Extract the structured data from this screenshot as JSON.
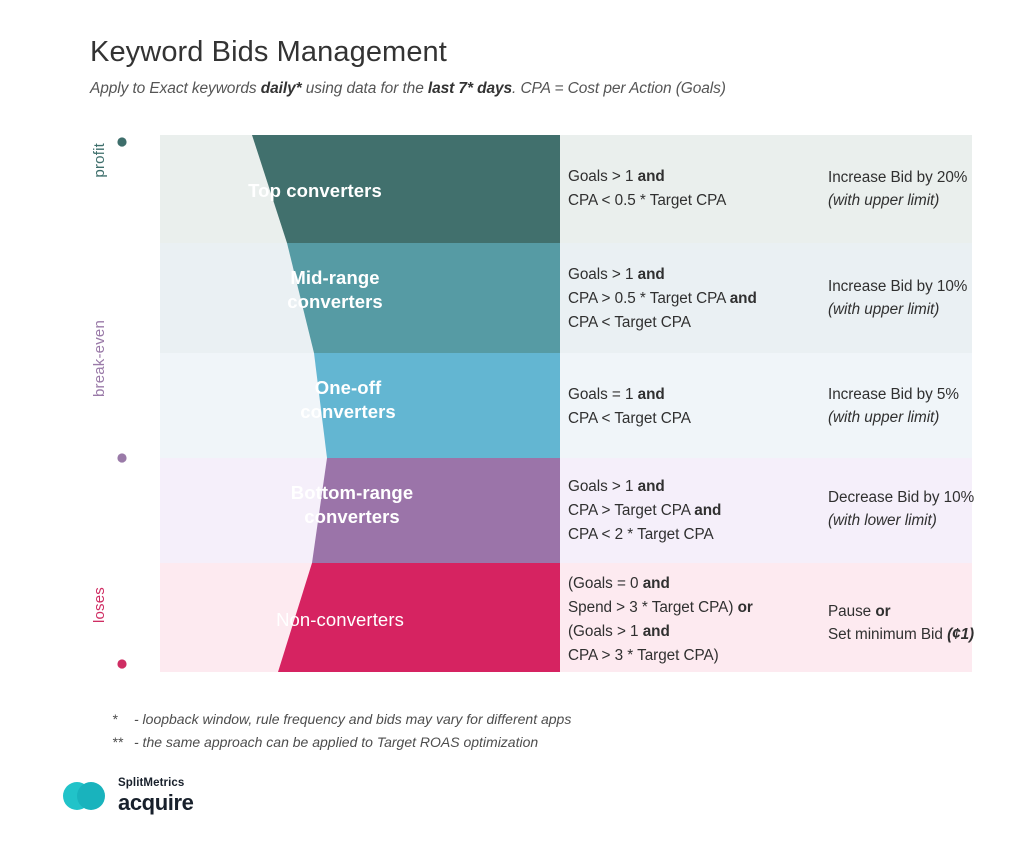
{
  "header": {
    "title": "Keyword Bids Management",
    "subtitle_part1": "Apply to Exact keywords ",
    "subtitle_bold1": "daily*",
    "subtitle_part2": " using data for the ",
    "subtitle_bold2": "last 7* days",
    "subtitle_part3": ". CPA = Cost per Action (Goals)"
  },
  "axis": {
    "top_label": "profit",
    "middle_label": "break-even",
    "bottom_label": "loses",
    "top_color": "#3d6e6b",
    "middle_color": "#9a7aa8",
    "bottom_color": "#cf2d63"
  },
  "rows": [
    {
      "segment_label": "Top converters",
      "segment_color": "#41706d",
      "band_color": "#eaefed",
      "condition_lines": [
        [
          {
            "t": "Goals > 1 ",
            "b": false
          },
          {
            "t": "and",
            "b": true
          }
        ],
        [
          {
            "t": "CPA < 0.5 * Target CPA",
            "b": false
          }
        ]
      ],
      "action_line1": "Increase Bid by 20%",
      "action_line2": "(with upper limit)"
    },
    {
      "segment_label": "Mid-range\nconverters",
      "segment_color": "#569ba4",
      "band_color": "#eaf0f3",
      "condition_lines": [
        [
          {
            "t": "Goals > 1 ",
            "b": false
          },
          {
            "t": "and",
            "b": true
          }
        ],
        [
          {
            "t": "CPA > 0.5 * Target CPA ",
            "b": false
          },
          {
            "t": "and",
            "b": true
          }
        ],
        [
          {
            "t": "CPA < Target CPA",
            "b": false
          }
        ]
      ],
      "action_line1": "Increase Bid by 10%",
      "action_line2": "(with upper limit)"
    },
    {
      "segment_label": "One-off\nconverters",
      "segment_color": "#63b6d2",
      "band_color": "#f0f5f9",
      "condition_lines": [
        [
          {
            "t": "Goals = 1 ",
            "b": false
          },
          {
            "t": "and",
            "b": true
          }
        ],
        [
          {
            "t": "CPA < Target CPA",
            "b": false
          }
        ]
      ],
      "action_line1": "Increase Bid by 5%",
      "action_line2": "(with upper limit)"
    },
    {
      "segment_label": "Bottom-range\nconverters",
      "segment_color": "#9b74a9",
      "band_color": "#f5effa",
      "condition_lines": [
        [
          {
            "t": "Goals > 1 ",
            "b": false
          },
          {
            "t": "and",
            "b": true
          }
        ],
        [
          {
            "t": "CPA > Target CPA ",
            "b": false
          },
          {
            "t": "and",
            "b": true
          }
        ],
        [
          {
            "t": "CPA < 2 * Target CPA",
            "b": false
          }
        ]
      ],
      "action_line1": "Decrease Bid by 10%",
      "action_line2": "(with lower limit)"
    },
    {
      "segment_label": "Non-converters",
      "segment_color": "#d62361",
      "band_color": "#fdeaf0",
      "condition_lines": [
        [
          {
            "t": "(Goals = 0 ",
            "b": false
          },
          {
            "t": "and",
            "b": true
          }
        ],
        [
          {
            "t": "Spend > 3 * Target CPA) ",
            "b": false
          },
          {
            "t": "or",
            "b": true
          }
        ],
        [
          {
            "t": "(Goals > 1 ",
            "b": false
          },
          {
            "t": "and",
            "b": true
          }
        ],
        [
          {
            "t": "CPA > 3 * Target CPA)",
            "b": false
          }
        ]
      ],
      "action_line1_a": "Pause ",
      "action_line1_b": "or",
      "action_line2_a": "Set minimum Bid ",
      "action_line2_b": "(¢1)"
    }
  ],
  "footnotes": [
    {
      "marker": "*",
      "text": "- loopback window, rule frequency and bids may vary for different apps"
    },
    {
      "marker": "**",
      "text": "- the same approach can be applied to Target ROAS optimization"
    }
  ],
  "logo": {
    "top_text": "SplitMetrics",
    "bottom_text": "acquire",
    "circle_left_color": "#21c3c9",
    "circle_right_color": "#19b3bd"
  }
}
